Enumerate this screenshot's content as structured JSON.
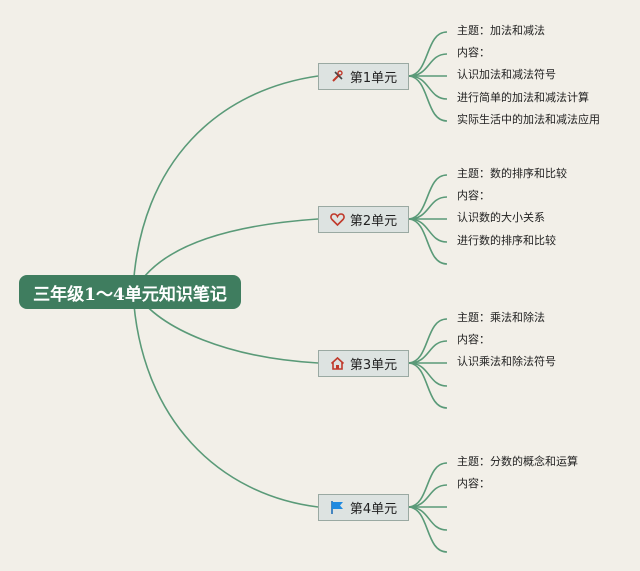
{
  "root_title": "三年级1～4单元知识笔记",
  "units": [
    {
      "label": "第1单元",
      "icon": "tools-icon",
      "items": [
        "主题：加法和减法",
        "内容：",
        "认识加法和减法符号",
        "进行简单的加法和减法计算",
        "实际生活中的加法和减法应用"
      ]
    },
    {
      "label": "第2单元",
      "icon": "heart-icon",
      "items": [
        "主题：数的排序和比较",
        "内容：",
        "认识数的大小关系",
        "进行数的排序和比较",
        ""
      ]
    },
    {
      "label": "第3单元",
      "icon": "house-icon",
      "items": [
        "主题：乘法和除法",
        "内容：",
        "认识乘法和除法符号",
        "",
        ""
      ]
    },
    {
      "label": "第4单元",
      "icon": "flag-icon",
      "items": [
        "主题：分数的概念和运算",
        "内容：",
        "",
        "",
        ""
      ]
    }
  ],
  "colors": {
    "line": "#5a9a78",
    "root_bg": "#3f7d5f",
    "node_bg": "#dde3e1"
  }
}
